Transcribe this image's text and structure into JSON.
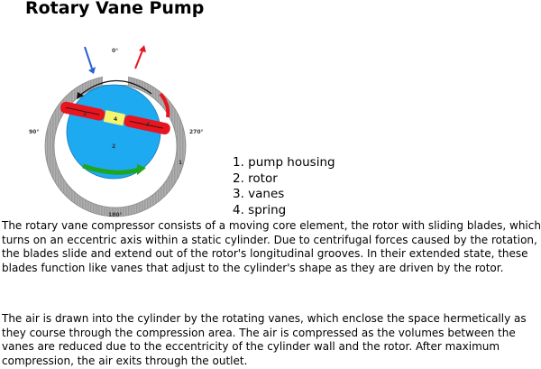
{
  "title": "Rotary Vane Pump",
  "diagram": {
    "angle_labels": {
      "top": "0°",
      "left": "90°",
      "right": "270°",
      "bottom": "180°"
    },
    "part_labels": {
      "housing": "1",
      "rotor": "2",
      "vane_left": "3",
      "vane_right": "3",
      "spring": "4"
    },
    "colors": {
      "housing": "#a9a9a9",
      "rotor": "#1eaaf0",
      "vanes": "#e8141e",
      "spring": "#f5f56e",
      "rotation_arrow_green": "#1fa51f",
      "inlet_arrow": "#2a5fd6",
      "outlet_arrow": "#e8141e"
    }
  },
  "legend": {
    "items": [
      "1. pump housing",
      "2. rotor",
      "3. vanes",
      "4. spring"
    ]
  },
  "paragraphs": [
    "The rotary vane compressor consists of a moving core element, the rotor with sliding blades, which turns on an eccentric axis within a static cylinder. Due to centrifugal forces caused by the rotation, the blades slide and extend out of the rotor's longitudinal grooves. In their extended state, these blades function like vanes that adjust to the cylinder's shape as they are driven by the rotor.",
    "The air is drawn into the cylinder by the rotating vanes, which enclose the space hermetically as they course through the compression area. The air is compressed as the volumes between the vanes are reduced due to the eccentricity of the cylinder wall and the rotor. After maximum compression, the air exits through the outlet."
  ]
}
